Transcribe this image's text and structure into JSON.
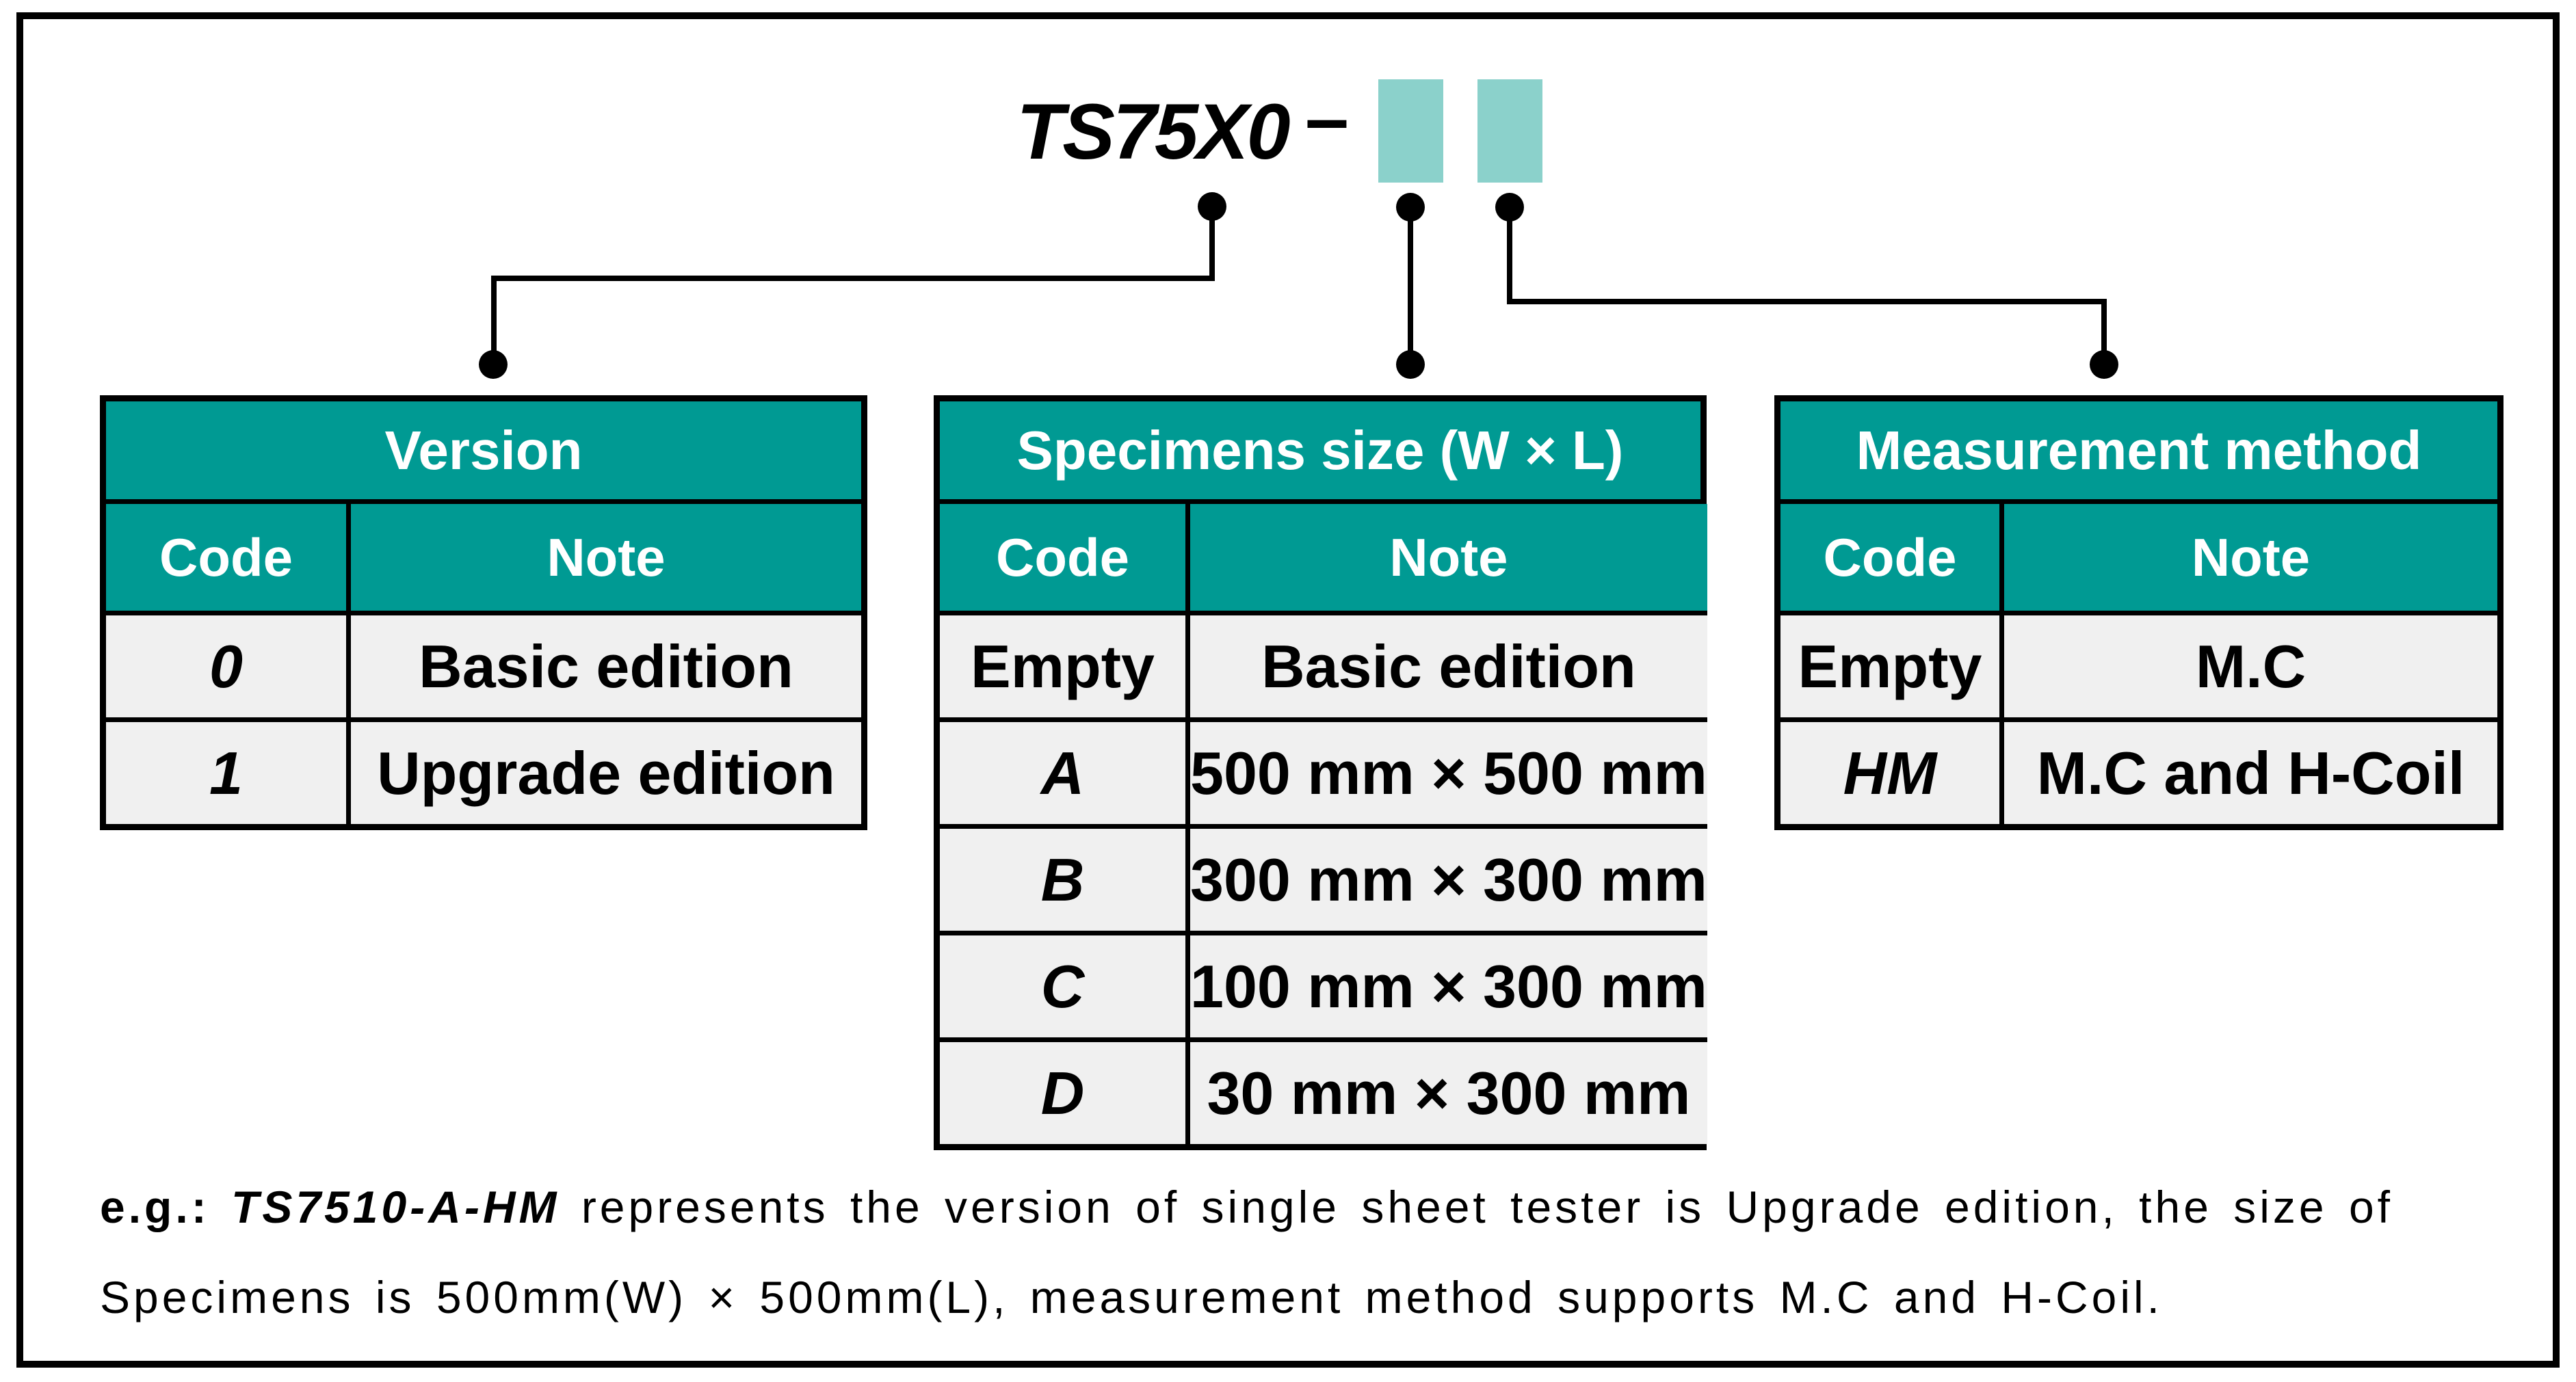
{
  "title": {
    "model": "TS75X0",
    "separator": "–"
  },
  "colors": {
    "table_header_teal": "#009A93",
    "placeholder_teal": "#8BD1CB",
    "row_gray": "#F0F0F0",
    "line_black": "#000000"
  },
  "tables": [
    {
      "title": "Version",
      "col_headers": [
        "Code",
        "Note"
      ],
      "rows": [
        {
          "code": "0",
          "note": "Basic edition"
        },
        {
          "code": "1",
          "note": "Upgrade edition"
        }
      ]
    },
    {
      "title": "Specimens size (W × L)",
      "col_headers": [
        "Code",
        "Note"
      ],
      "rows": [
        {
          "code": "Empty",
          "note": "Basic edition"
        },
        {
          "code": "A",
          "note": "500 mm × 500 mm"
        },
        {
          "code": "B",
          "note": "300 mm × 300 mm"
        },
        {
          "code": "C",
          "note": "100 mm × 300 mm"
        },
        {
          "code": "D",
          "note": "30 mm × 300 mm"
        }
      ]
    },
    {
      "title": "Measurement method",
      "col_headers": [
        "Code",
        "Note"
      ],
      "rows": [
        {
          "code": "Empty",
          "note": "M.C"
        },
        {
          "code": "HM",
          "note": "M.C and H-Coil"
        }
      ]
    }
  ],
  "example": {
    "prefix": "e.g.:",
    "model": "TS7510-A-HM",
    "line1_rest": "represents the version of single sheet tester is Upgrade edition, the size of",
    "line2": "Specimens is 500mm(W) × 500mm(L), measurement method supports M.C and H-Coil."
  }
}
